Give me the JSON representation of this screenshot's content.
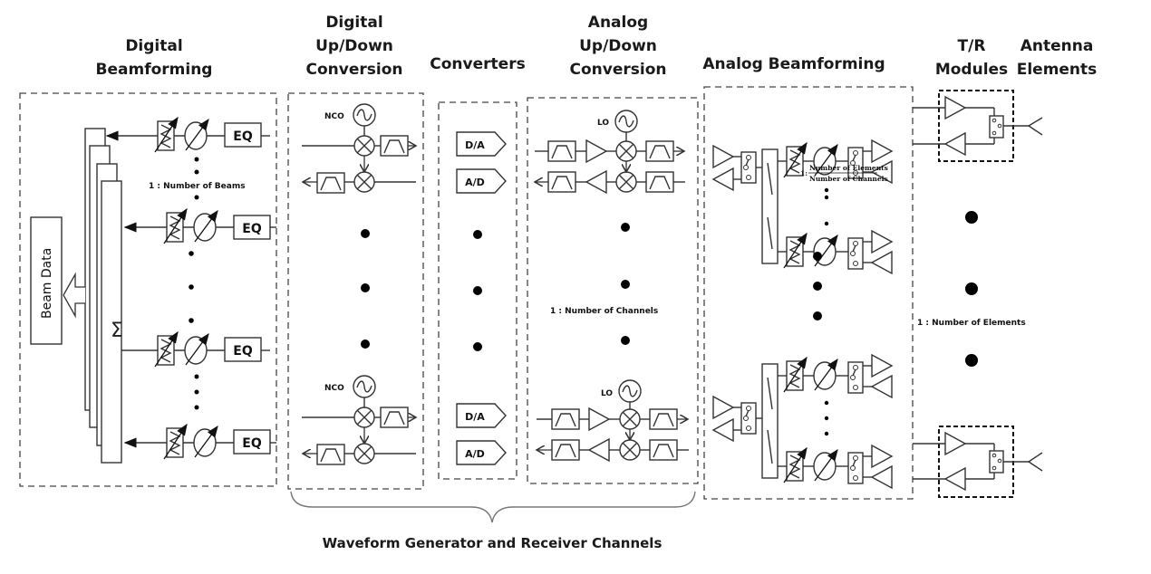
{
  "sections": {
    "digital_beamforming": {
      "title_line1": "Digital",
      "title_line2": "Beamforming"
    },
    "digital_updown": {
      "title_line1": "Digital",
      "title_line2": "Up/Down",
      "title_line3": "Conversion"
    },
    "converters": {
      "title": "Converters"
    },
    "analog_updown": {
      "title_line1": "Analog",
      "title_line2": "Up/Down",
      "title_line3": "Conversion"
    },
    "analog_beamforming": {
      "title": "Analog  Beamforming"
    },
    "tr_modules": {
      "title_line1": "T/R",
      "title_line2": "Modules"
    },
    "antenna_elements": {
      "title_line1": "Antenna",
      "title_line2": "Elements"
    }
  },
  "labels": {
    "beam_data": "Beam Data",
    "eq": "EQ",
    "num_beams": "1 : Number of Beams",
    "nco": "NCO",
    "lo": "LO",
    "da": "D/A",
    "ad": "A/D",
    "num_channels": "1 : Number of Channels",
    "ratio_prefix": "1:",
    "ratio_numerator": "Number of Elements",
    "ratio_denominator": "Number of Channels",
    "num_elements": "1 : Number of Elements",
    "sum_symbol": "Σ"
  },
  "footer": {
    "brace_label": "Waveform Generator and Receiver Channels"
  }
}
